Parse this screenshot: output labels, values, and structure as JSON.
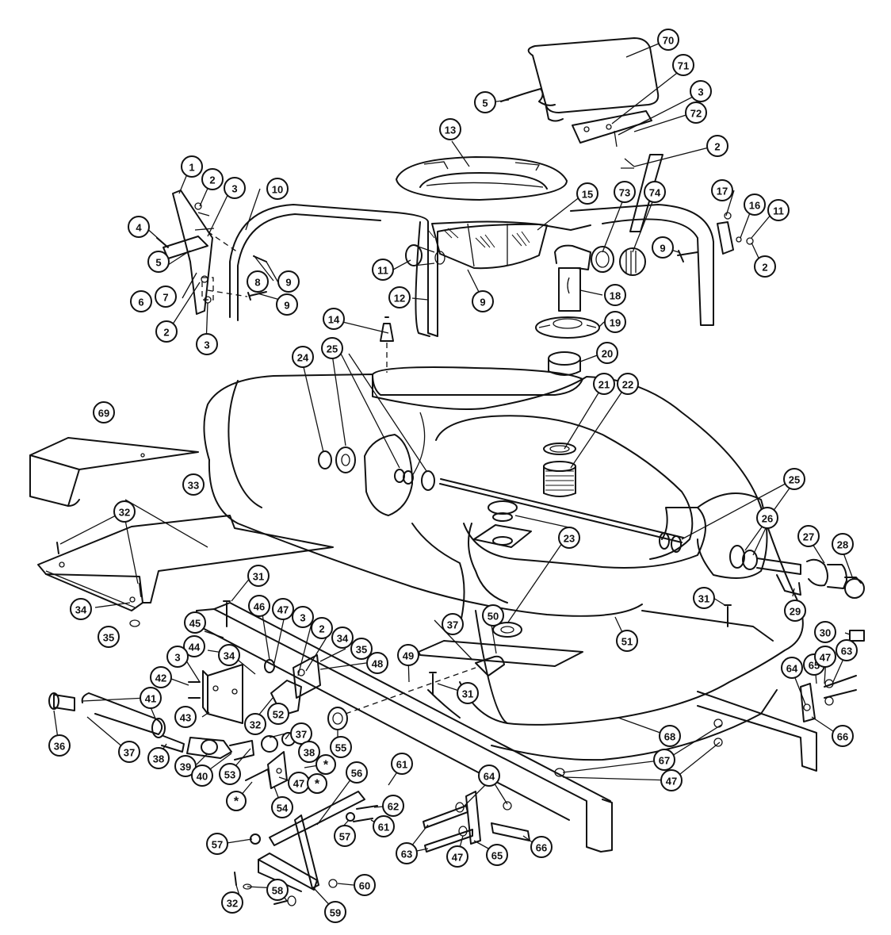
{
  "callouts": {
    "n1": "1",
    "n2": "2",
    "n3": "3",
    "n4": "4",
    "n5": "5",
    "n6": "6",
    "n7": "7",
    "n8": "8",
    "n9": "9",
    "n10": "10",
    "n11": "11",
    "n12": "12",
    "n13": "13",
    "n14": "14",
    "n15": "15",
    "n16": "16",
    "n17": "17",
    "n18": "18",
    "n19": "19",
    "n20": "20",
    "n21": "21",
    "n22": "22",
    "n23": "23",
    "n24": "24",
    "n25": "25",
    "n26": "26",
    "n27": "27",
    "n28": "28",
    "n29": "29",
    "n30": "30",
    "n31": "31",
    "n32": "32",
    "n33": "33",
    "n34": "34",
    "n35": "35",
    "n36": "36",
    "n37": "37",
    "n38": "38",
    "n39": "39",
    "n40": "40",
    "n41": "41",
    "n42": "42",
    "n43": "43",
    "n44": "44",
    "n45": "45",
    "n46": "46",
    "n47": "47",
    "n48": "48",
    "n49": "49",
    "n50": "50",
    "n51": "51",
    "n52": "52",
    "n53": "53",
    "n54": "54",
    "n55": "55",
    "n56": "56",
    "n57": "57",
    "n58": "58",
    "n59": "59",
    "n60": "60",
    "n61": "61",
    "n62": "62",
    "n63": "63",
    "n64": "64",
    "n65": "65",
    "n66": "66",
    "n67": "67",
    "n68": "68",
    "n69": "69",
    "n70": "70",
    "n71": "71",
    "n72": "72",
    "n73": "73",
    "n74": "74",
    "star": "*"
  },
  "colors": {
    "ink": "#111111",
    "paper": "#ffffff"
  }
}
